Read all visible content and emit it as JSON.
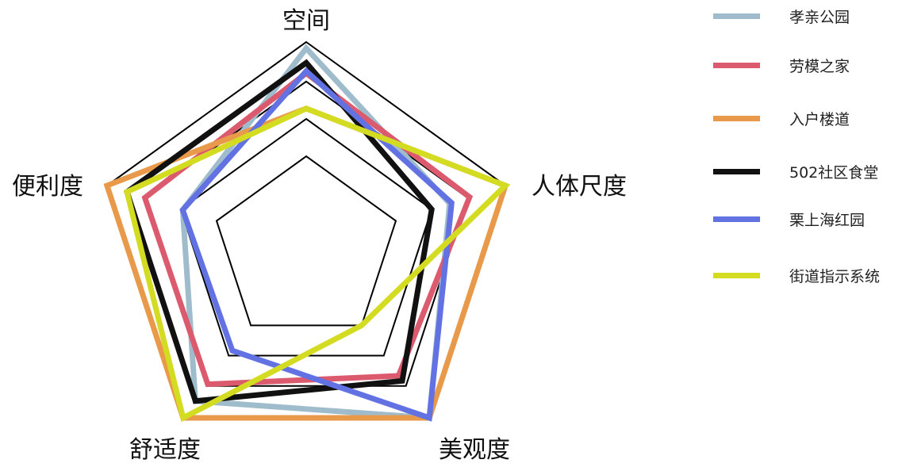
{
  "chart_data": {
    "type": "radar",
    "title": "",
    "axes": [
      "空间",
      "人体尺度",
      "美观度",
      "舒适度",
      "便利度"
    ],
    "scale": {
      "min": 0,
      "max": 5
    },
    "grid_levels": [
      2.25,
      3.15,
      4.05,
      5.0
    ],
    "legend_position": "right",
    "series": [
      {
        "name": "孝亲公园",
        "color": "#9fbccc",
        "values": [
          4.85,
          3.6,
          5.0,
          4.5,
          3.1
        ]
      },
      {
        "name": "劳模之家",
        "color": "#dc5a6e",
        "values": [
          4.25,
          4.1,
          3.75,
          4.0,
          4.05
        ]
      },
      {
        "name": "入户楼道",
        "color": "#e89a4a",
        "values": [
          3.4,
          5.0,
          5.0,
          5.0,
          5.0
        ]
      },
      {
        "name": "502社区食堂",
        "color": "#111111",
        "values": [
          4.5,
          3.15,
          3.9,
          4.5,
          4.5
        ]
      },
      {
        "name": "栗上海红园",
        "color": "#6272e3",
        "values": [
          4.3,
          3.65,
          5.0,
          3.0,
          3.1
        ]
      },
      {
        "name": "街道指示系统",
        "color": "#d4dc22",
        "values": [
          3.4,
          5.0,
          2.25,
          5.0,
          4.5
        ]
      }
    ]
  },
  "axis_labels": {
    "top": "空间",
    "right": "人体尺度",
    "bottom_right": "美观度",
    "bottom_left": "舒适度",
    "left": "便利度"
  },
  "legend": [
    {
      "label": "孝亲公园",
      "color": "#9fbccc"
    },
    {
      "label": "劳模之家",
      "color": "#dc5a6e"
    },
    {
      "label": "入户楼道",
      "color": "#e89a4a"
    },
    {
      "label": "502社区食堂",
      "color": "#111111"
    },
    {
      "label": "栗上海红园",
      "color": "#6272e3"
    },
    {
      "label": "街道指示系统",
      "color": "#d4dc22"
    }
  ]
}
